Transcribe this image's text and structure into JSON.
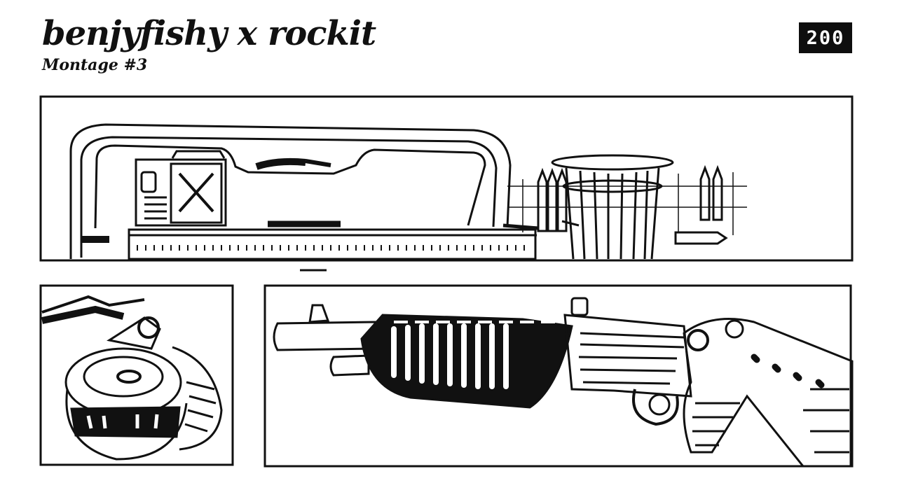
{
  "header": {
    "title": "benjyfishy x rockit",
    "subtitle": "Montage #3",
    "badge": "200"
  },
  "panels": [
    {
      "name": "top-panel",
      "depicts": "supply-crate-and-ammo-icon"
    },
    {
      "name": "bottom-left-panel",
      "depicts": "loot-bag-icon"
    },
    {
      "name": "bottom-right-panel",
      "depicts": "shotgun-icon"
    }
  ]
}
